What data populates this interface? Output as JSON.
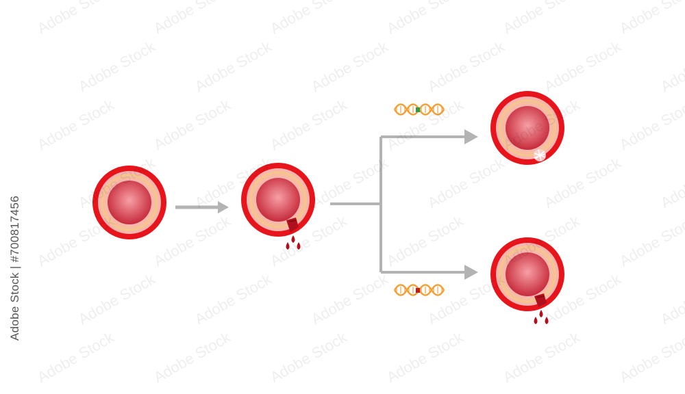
{
  "watermark": {
    "side_text": "Adobe Stock | #700817456",
    "repeated_text": "Adobe Stock"
  },
  "colors": {
    "vessel_outer": "#e8141c",
    "vessel_wall": "#f7b7b0",
    "vessel_band": "#f6c58e",
    "lumen_center": "#f7a0a6",
    "lumen_edge": "#c62a3a",
    "blood_drop": "#b0101e",
    "arrow": "#b3b3b3",
    "dna_strand": "#f0a23a",
    "dna_mark_normal": "#2e9b48",
    "dna_mark_mutant": "#c41a1a"
  },
  "diagram": {
    "nodes": [
      {
        "id": "vessel-intact",
        "state": "intact"
      },
      {
        "id": "vessel-injured",
        "state": "bleeding"
      },
      {
        "id": "vessel-healed",
        "state": "clotted"
      },
      {
        "id": "vessel-still-bleeding",
        "state": "bleeding"
      }
    ],
    "gene_variants": [
      {
        "id": "dna-normal",
        "mark": "normal"
      },
      {
        "id": "dna-mutant",
        "mark": "mutant"
      }
    ]
  }
}
